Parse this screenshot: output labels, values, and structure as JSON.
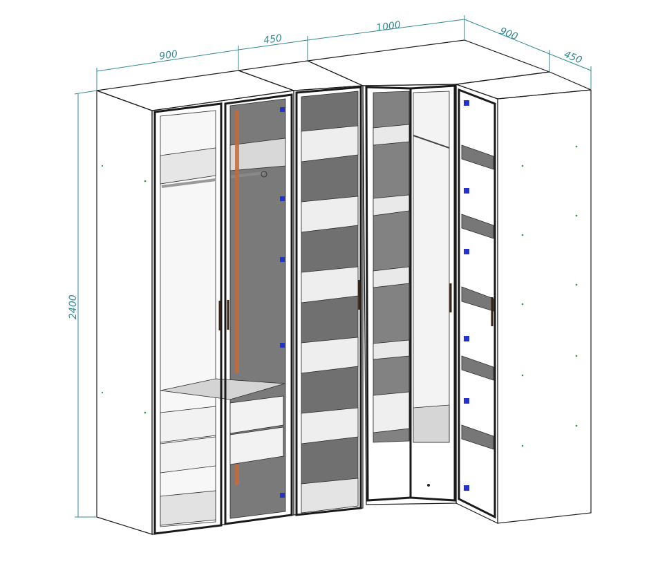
{
  "dimensions": {
    "width_left_section": "900",
    "width_middle_section": "450",
    "width_corner_front": "1000",
    "depth_corner_side": "900",
    "depth_right_section": "450",
    "height_total": "2400"
  },
  "colors": {
    "dimension_lines": "#2f8a92",
    "side_panel": "#8f8f8f",
    "top_panel": "#dcdcdc",
    "interior_back": "#f4f4f4",
    "shelf": "#d2d2d2",
    "hinge": "#2233cc",
    "rail": "#c56a3a"
  },
  "icons": {
    "hinge": "hinge-icon",
    "handle": "door-handle-icon"
  }
}
